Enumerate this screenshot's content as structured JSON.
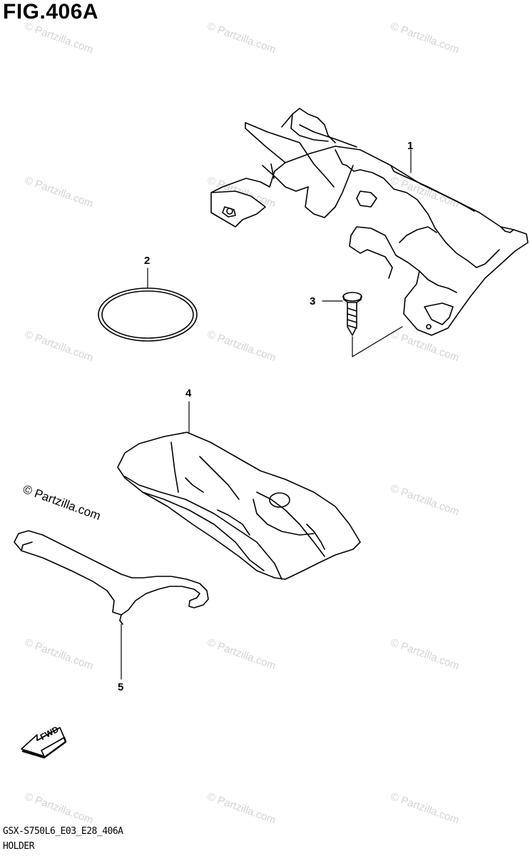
{
  "figure": {
    "title": "FIG.406A",
    "code": "GSX-S750L6_E03_E28_406A",
    "name": "HOLDER"
  },
  "watermark": {
    "text": "© Partzilla.com"
  },
  "callouts": [
    "1",
    "2",
    "3",
    "4",
    "5"
  ],
  "fwd_label": "FWD"
}
